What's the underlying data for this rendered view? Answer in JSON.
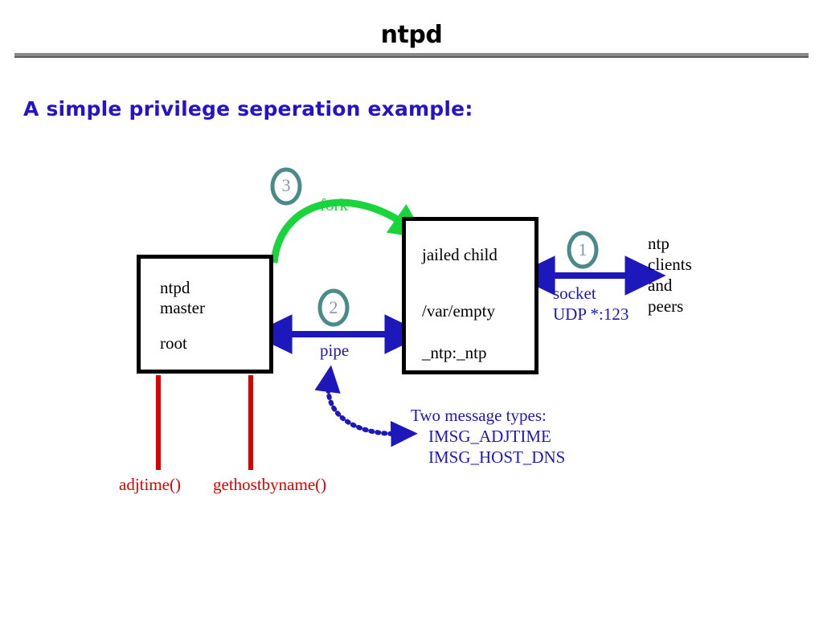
{
  "slide": {
    "title": "ntpd",
    "subtitle": "A simple privilege seperation example:"
  },
  "colors": {
    "title_rule": "#8a8a8a",
    "subtitle": "#2414c8",
    "box_border": "#000000",
    "arrow_blue": "#1d18bb",
    "arrow_green": "#1ad43c",
    "line_red": "#dd0000",
    "step_circle": "#4a8a8a",
    "step_number": "#7f9aa8",
    "text_black": "#000000"
  },
  "diagram": {
    "master_box": {
      "lines": [
        "ntpd",
        "master",
        "root"
      ]
    },
    "child_box": {
      "lines": [
        "jailed child",
        "/var/empty",
        "_ntp:_ntp"
      ]
    },
    "steps": [
      {
        "number": "1",
        "label": "socket",
        "label2": "UDP *:123"
      },
      {
        "number": "2",
        "label": "pipe"
      },
      {
        "number": "3",
        "label": "fork"
      }
    ],
    "fork_label": "fork",
    "pipe_label": "pipe",
    "socket_label": "socket",
    "socket_label2": "UDP *:123",
    "clients": [
      "ntp",
      "clients",
      "and",
      "peers"
    ],
    "messages": [
      "Two message types:",
      "IMSG_ADJTIME",
      "IMSG_HOST_DNS"
    ],
    "syscalls": [
      "adjtime()",
      "gethostbyname()"
    ]
  }
}
